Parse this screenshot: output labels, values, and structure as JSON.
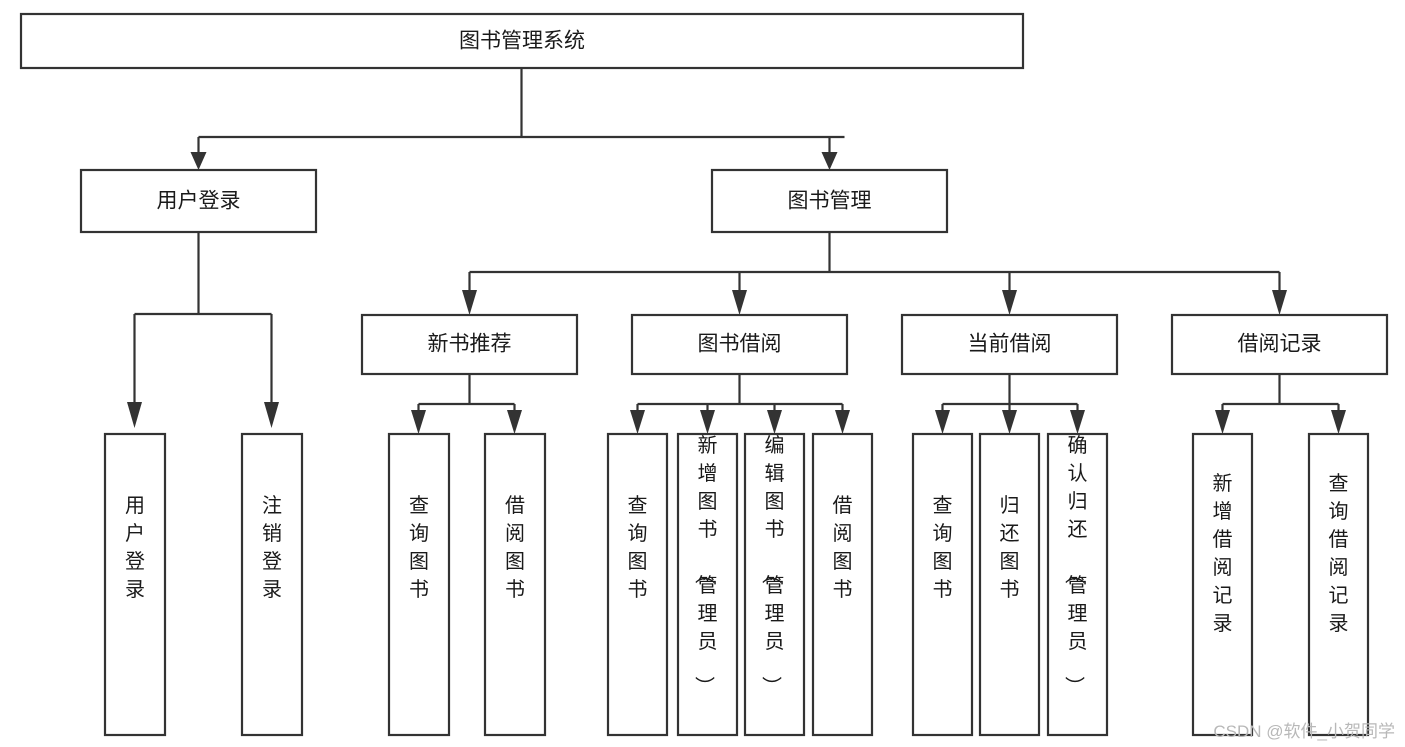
{
  "diagram": {
    "title": "图书管理系统",
    "type": "hierarchy-tree",
    "theme": {
      "background": "#ffffff",
      "box_fill": "#ffffff",
      "box_stroke": "#333333",
      "text_color": "#1a1a1a",
      "watermark_color": "#b8b8b8"
    },
    "root": {
      "label": "图书管理系统"
    },
    "level2": [
      {
        "label": "用户登录"
      },
      {
        "label": "图书管理"
      }
    ],
    "level3": [
      {
        "label": "新书推荐"
      },
      {
        "label": "图书借阅"
      },
      {
        "label": "当前借阅"
      },
      {
        "label": "借阅记录"
      }
    ],
    "leaves": {
      "user_login": [
        {
          "label": "用户登录"
        },
        {
          "label": "注销登录"
        }
      ],
      "new_book_recommend": [
        {
          "label": "查询图书"
        },
        {
          "label": "借阅图书"
        }
      ],
      "book_borrow": [
        {
          "label": "查询图书"
        },
        {
          "label": "新增图书（管理员）"
        },
        {
          "label": "编辑图书（管理员）"
        },
        {
          "label": "借阅图书"
        }
      ],
      "current_borrow": [
        {
          "label": "查询图书"
        },
        {
          "label": "归还图书"
        },
        {
          "label": "确认归还（管理员）"
        }
      ],
      "borrow_records": [
        {
          "label": "新增借阅记录"
        },
        {
          "label": "查询借阅记录"
        }
      ]
    }
  },
  "watermark": {
    "text": "CSDN @软件_小贺同学"
  }
}
